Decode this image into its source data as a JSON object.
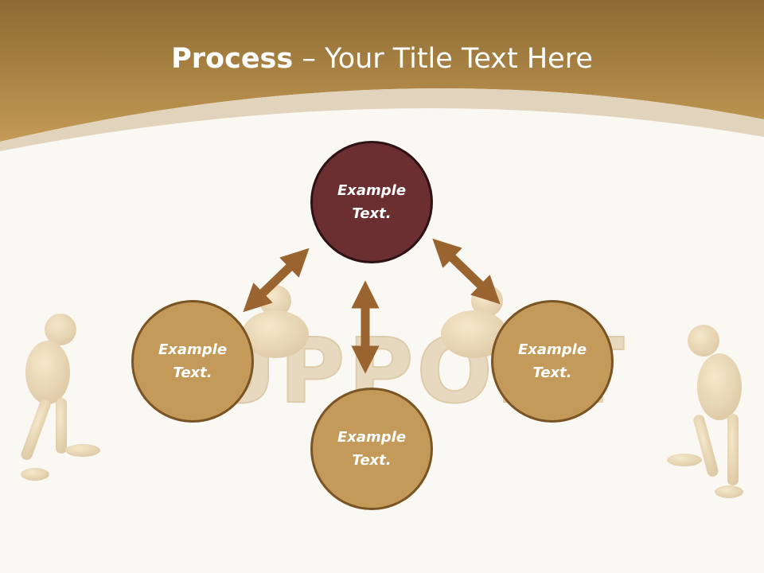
{
  "title": {
    "bold": "Process",
    "rest": " – Your Title Text Here"
  },
  "nodes": {
    "top": "Example Text.",
    "left": "Example Text.",
    "right": "Example Text.",
    "bottom": "Example Text."
  },
  "background_word": "SUPPORT",
  "colors": {
    "header_gold": "#b8904a",
    "primary_circle": "#6b2f31",
    "secondary_circle": "#c39a5a",
    "arrow": "#9a6430",
    "background": "#faf8f3"
  }
}
